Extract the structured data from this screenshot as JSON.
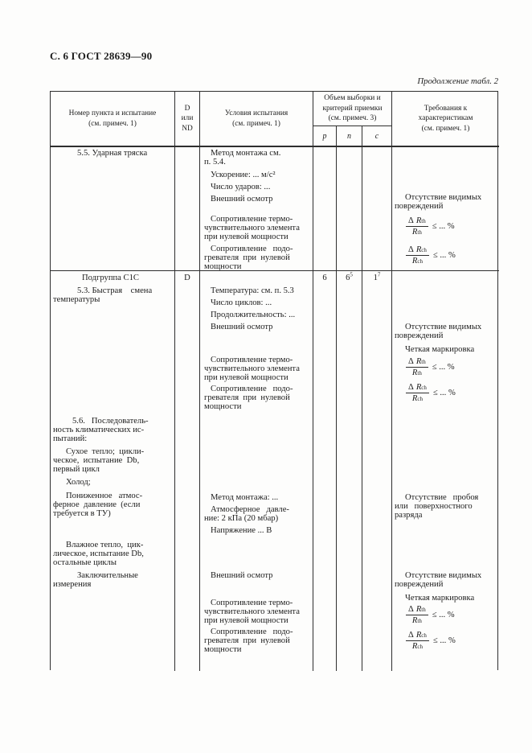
{
  "page": {
    "doc_header": "С. 6 ГОСТ 28639—90",
    "continuation": "Продолжение табл. 2"
  },
  "math": {
    "delta": "Δ",
    "R": "R",
    "th": "th",
    "ch": "ch",
    "leq": "≤ ... %"
  },
  "table": {
    "header": {
      "col_item": "Номер пункта и испытание\n(см. примеч. 1)",
      "col_d": "D\nили\nND",
      "col_cond": "Условия испытания\n(см. примеч. 1)",
      "col_sample": "Объем выборки и\nкритерий приемки\n(см. примеч. 3)",
      "sub_p": "p",
      "sub_n": "n",
      "sub_c": "c",
      "col_req": "Требования к\nхарактеристикам\n(см. примеч. 1)"
    },
    "row_55": {
      "item": "5.5. Ударная тряска",
      "cond": [
        "Метод монтажа см.\nп. 5.4.",
        "Ускорение: ... м/с²",
        "Число ударов: ...",
        "Внешний осмотр",
        "Сопротивление термо-\nчувствительного элемента\nпри нулевой мощности",
        "Сопротивление   подо-\nгревателя  при  нулевой\nмощности"
      ],
      "req_damage": "Отсутствие видимых\nповреждений"
    },
    "row_c1c": {
      "subgroup": "Подгруппа C1C",
      "d": "D",
      "p": "6",
      "n_base": "6",
      "n_sup": "5",
      "c_base": "1",
      "c_sup": "7"
    },
    "row_53": {
      "item": "5.3. Быстрая    смена\nтемпературы",
      "cond": [
        "Температура: см. п. 5.3",
        "Число циклов: ...",
        "Продолжительность: ...",
        "Внешний осмотр",
        "Сопротивление термо-\nчувствительного элемента\nпри нулевой мощности",
        "Сопротивление   подо-\nгревателя  при  нулевой\nмощности"
      ],
      "req_damage": "Отсутствие видимых\nповреждений",
      "req_marking": "Четкая маркировка"
    },
    "row_56": {
      "item": "5.6.   Последователь-\nность климатических ис-\nпытаний:",
      "dry_heat": "Сухое  тепло;  цикли-\nческое,  испытание  Db,\nпервый цикл",
      "cold": "Холод;"
    },
    "row_pressure": {
      "item": "Пониженное   атмос-\nферное  давление  (если\nтребуется в ТУ)",
      "cond": [
        "Метод монтажа: ...",
        "Атмосферное   давле-\nние: 2 кПа (20 мбар)",
        "Напряжение ... В"
      ],
      "req": "Отсутствие   пробоя\nили   поверхностного\nразряда"
    },
    "row_humid": {
      "item": "Влажное тепло,  цик-\nлическое, испытание Db,\nостальные циклы"
    },
    "row_final": {
      "item": "Заключительные\nизмерения",
      "cond": [
        "Внешний осмотр",
        "Сопротивление термо-\nчувствительного элемента\nпри нулевой мощности",
        "Сопротивление   подо-\nгревателя  при  нулевой\nмощности"
      ],
      "req_damage": "Отсутствие видимых\nповреждений",
      "req_marking": "Четкая маркировка"
    }
  }
}
